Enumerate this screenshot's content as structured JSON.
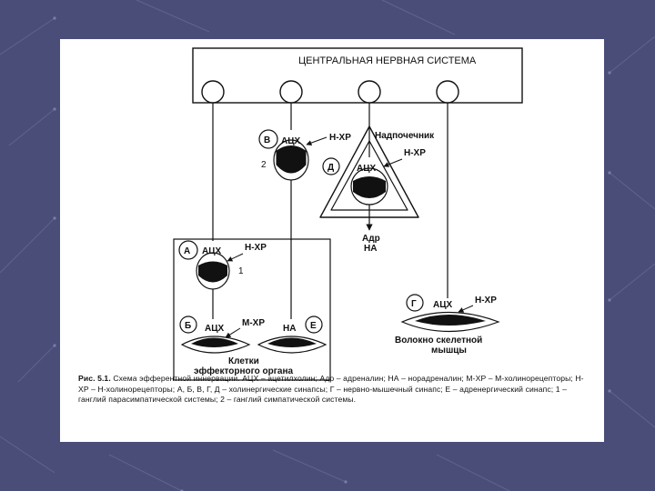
{
  "diagram": {
    "cns_title": "ЦЕНТРАЛЬНАЯ НЕРВНАЯ СИСТЕМА",
    "label_v": "В",
    "label_d": "Д",
    "label_a": "А",
    "label_b": "Б",
    "label_e": "Е",
    "label_g": "Г",
    "ach": "АЦХ",
    "n_xr": "Н-ХР",
    "m_xr": "М-ХР",
    "na": "НА",
    "adr": "Адр",
    "adrenal": "Надпочечник",
    "num_1": "1",
    "num_2": "2",
    "effector_line1": "Клетки",
    "effector_line2": "эффекторного органа",
    "muscle_line1": "Волокно скелетной",
    "muscle_line2": "мышцы"
  },
  "caption": {
    "prefix": "Рис. 5.1.",
    "text": "Схема эфферентной иннервации. АЦХ – ацетилхолин; Адр – адреналин; НА – норадреналин; М-ХР – М-холинорецепторы; Н-ХР – Н-холинорецепторы; А, Б, В, Г, Д – холинергические синапсы; Г – нервно-мышечный синапс; Е – адренергический синапс; 1 – ганглий парасимпатической системы; 2 – ганглий симпатической системы."
  }
}
